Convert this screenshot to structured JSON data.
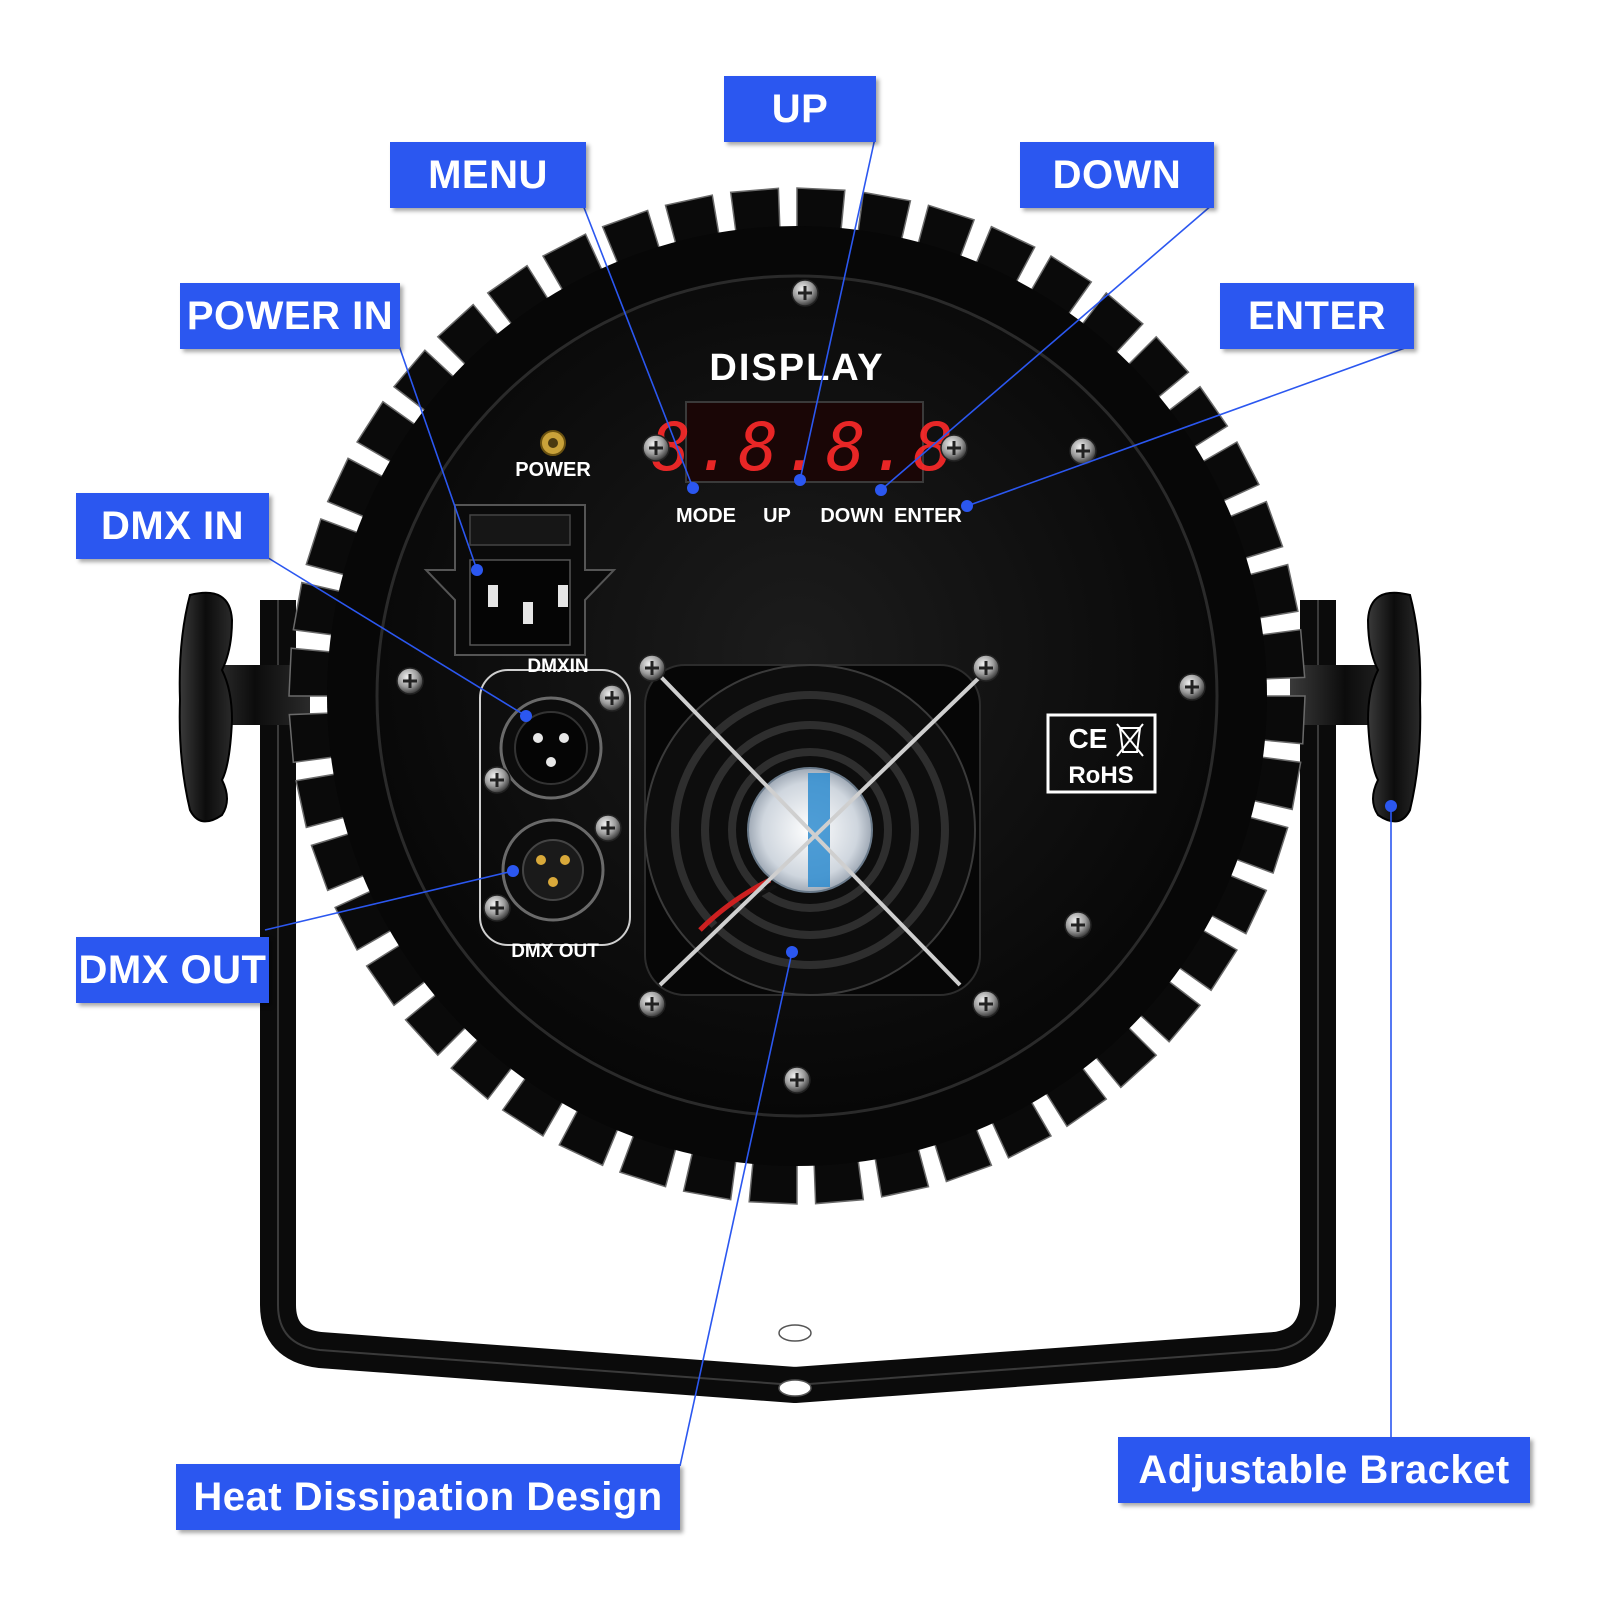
{
  "callouts": {
    "up": "UP",
    "menu": "MENU",
    "down": "DOWN",
    "enter": "ENTER",
    "power_in": "POWER IN",
    "dmx_in": "DMX IN",
    "dmx_out": "DMX OUT",
    "heat": "Heat Dissipation Design",
    "bracket": "Adjustable Bracket"
  },
  "panel": {
    "display_title": "DISPLAY",
    "power": "POWER",
    "mode": "MODE",
    "up": "UP",
    "down": "DOWN",
    "enter": "ENTER",
    "dmx_in": "DMXIN",
    "dmx_out": "DMX OUT",
    "ce": "CE",
    "rohs": "RoHS"
  },
  "colors": {
    "callout_bg": "#2b57f0",
    "leader": "#2b57f0",
    "body": "#111111",
    "led": "#ff2a2a"
  }
}
